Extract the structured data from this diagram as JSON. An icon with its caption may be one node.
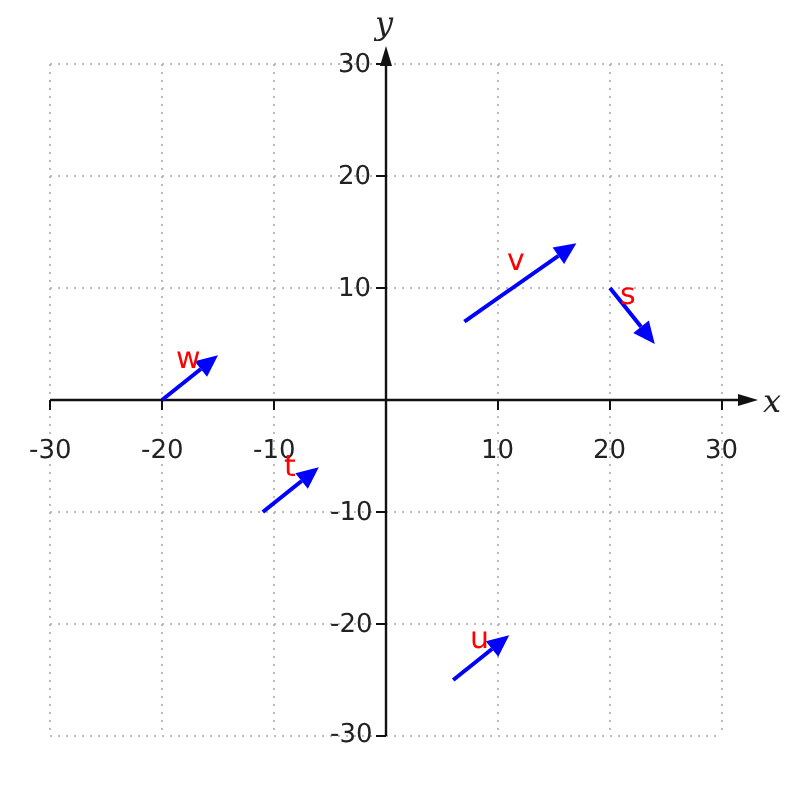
{
  "diagram": {
    "labels": [
      "y",
      "30",
      "20",
      "v",
      "10",
      "s",
      "w",
      "x",
      "-30",
      "-20",
      "-10",
      "10",
      "20",
      "30",
      "t",
      "-10",
      "u",
      "-20",
      "-30"
    ]
  }
}
